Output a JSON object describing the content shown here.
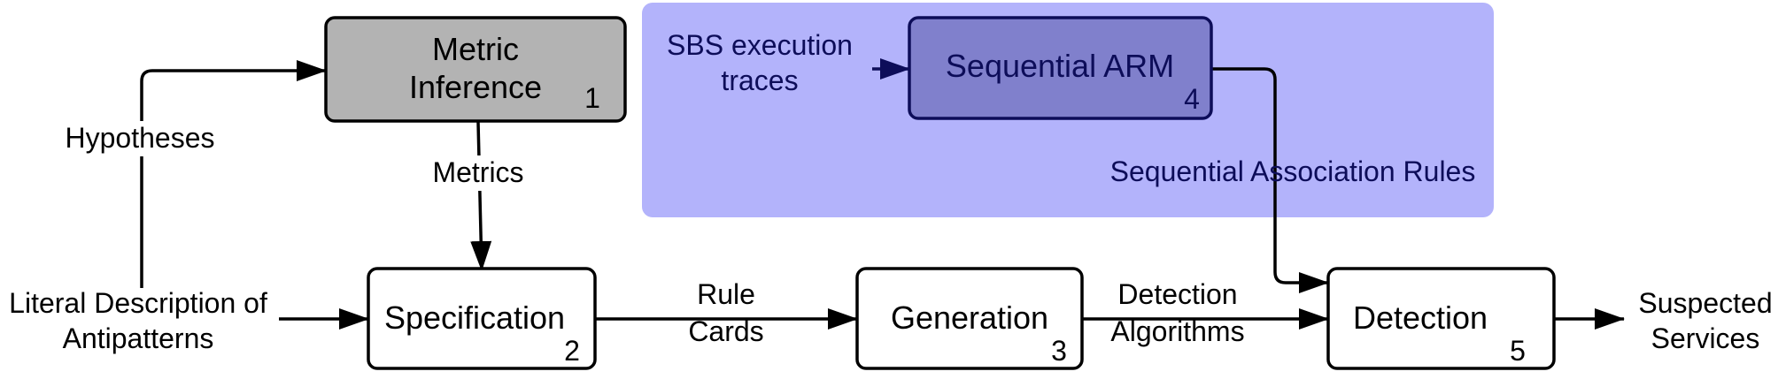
{
  "colors": {
    "region_fill": "#b3b3fb",
    "arm_box_fill": "#8080cc",
    "metric_box_fill": "#b3b3b3",
    "box_fill": "#ffffff",
    "stroke": "#000000",
    "region_text": "#0d0d59"
  },
  "boxes": {
    "metric_inference": {
      "title_line1": "Metric",
      "title_line2": "Inference",
      "number": "1"
    },
    "specification": {
      "title": "Specification",
      "number": "2"
    },
    "generation": {
      "title": "Generation",
      "number": "3"
    },
    "sequential_arm": {
      "title": "Sequential ARM",
      "number": "4"
    },
    "detection": {
      "title": "Detection",
      "number": "5"
    }
  },
  "labels": {
    "hypotheses": "Hypotheses",
    "metrics": "Metrics",
    "literal_line1": "Literal Description of",
    "literal_line2": "Antipatterns",
    "rule_cards_line1": "Rule",
    "rule_cards_line2": "Cards",
    "detection_algorithms_line1": "Detection",
    "detection_algorithms_line2": "Algorithms",
    "sbs_line1": "SBS execution",
    "sbs_line2": "traces",
    "sequential_rules": "Sequential Association Rules",
    "suspected_line1": "Suspected",
    "suspected_line2": "Services"
  }
}
